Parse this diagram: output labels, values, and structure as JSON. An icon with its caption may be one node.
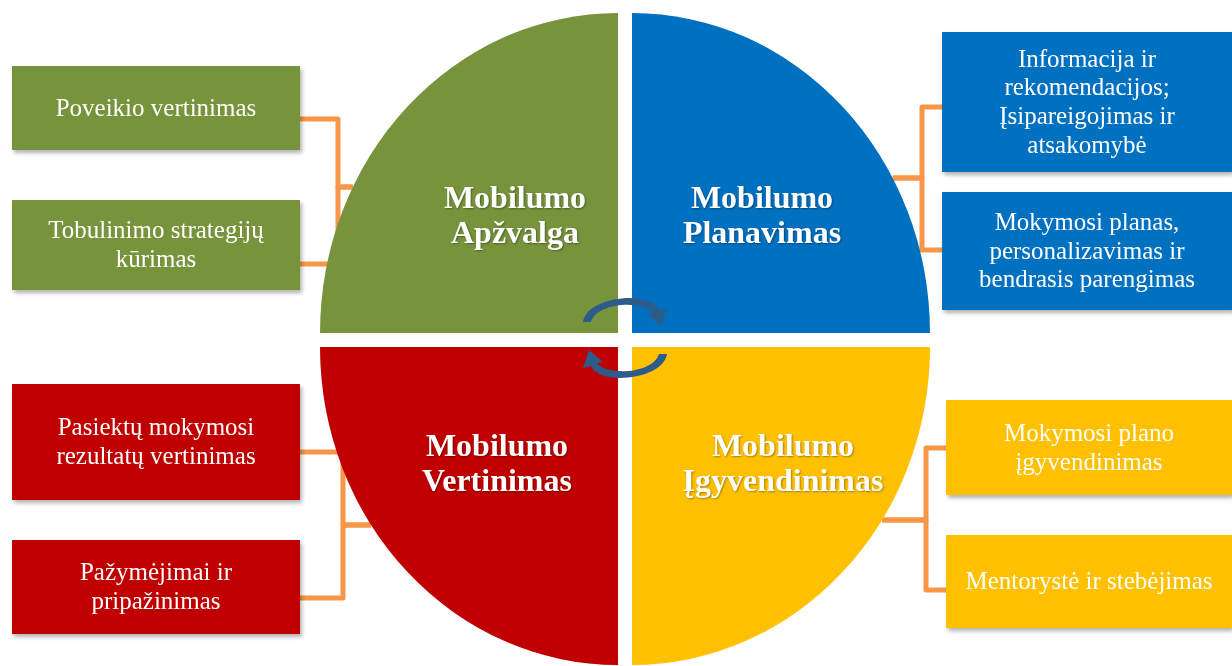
{
  "diagram": {
    "nodes": [
      {
        "text": [
          "Mobilumo Apžvalga"
        ]
      },
      {
        "text": [
          "Poveikio vertinimas"
        ]
      },
      {
        "text": [
          "Tobulinimo strategijų kūrimas"
        ]
      },
      {
        "text": [
          "Mobilumo Planavimas"
        ]
      },
      {
        "text": [
          "Informacija ir rekomendacijos; Įsipareigojimas ir atsakomybė"
        ]
      },
      {
        "text": [
          "Mokymosi planas, personalizavimas ir bendrasis parengimas"
        ]
      },
      {
        "text": [
          "Mobilumo Vertinimas"
        ]
      },
      {
        "text": [
          "Pasiektų mokymosi rezultatų vertinimas"
        ]
      },
      {
        "text": [
          "Pažymėjimai ir pripažinimas"
        ]
      },
      {
        "text": [
          "Mobilumo Įgyvendinimas"
        ]
      },
      {
        "text": [
          "Mokymosi plano įgyvendinimas"
        ]
      },
      {
        "text": [
          "Mentorystė ir stebėjimas"
        ]
      }
    ],
    "edges": [
      {
        "from": 0,
        "to": 1,
        "arrow": "none"
      },
      {
        "from": 0,
        "to": 2,
        "arrow": "none"
      },
      {
        "from": 3,
        "to": 4,
        "arrow": "none"
      },
      {
        "from": 3,
        "to": 5,
        "arrow": "none"
      },
      {
        "from": 6,
        "to": 7,
        "arrow": "none"
      },
      {
        "from": 6,
        "to": 8,
        "arrow": "none"
      },
      {
        "from": 9,
        "to": 10,
        "arrow": "none"
      },
      {
        "from": 9,
        "to": 11,
        "arrow": "none"
      }
    ]
  }
}
